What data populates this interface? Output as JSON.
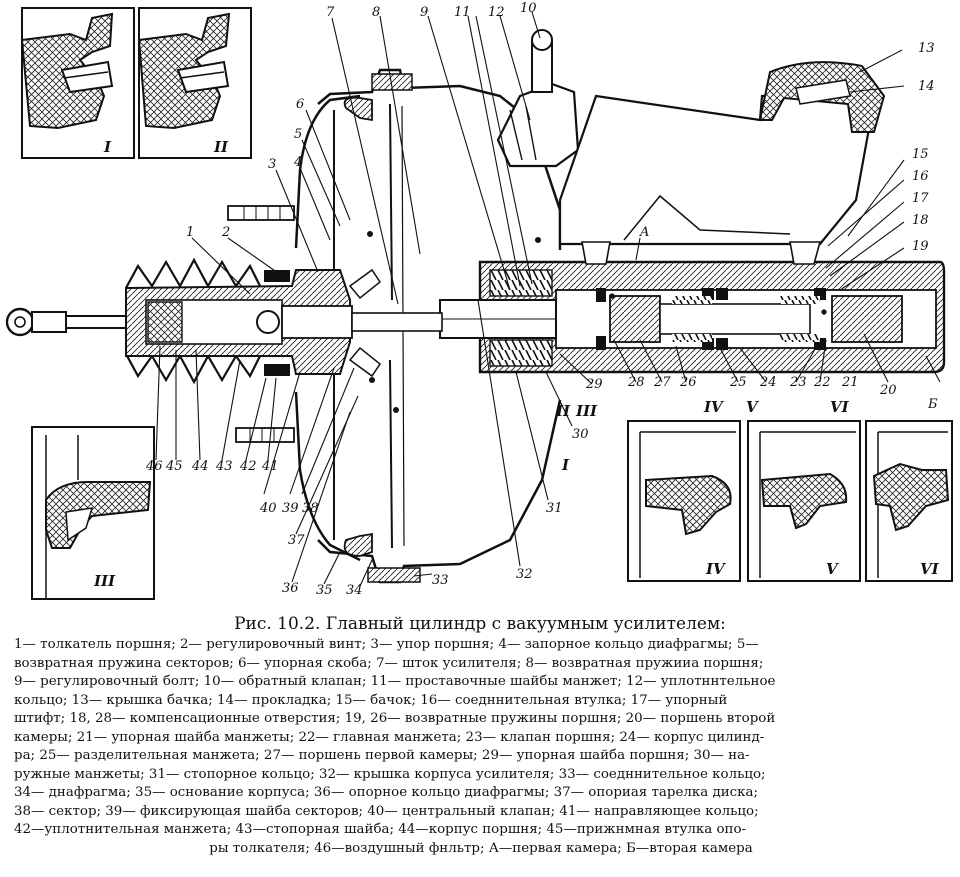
{
  "figure": {
    "caption_title": "Рис. 10.2. Главный цилиндр с вакуумным усилителем:",
    "legend_lines": [
      "1— толкатель поршня; 2— регулировочный винт; 3— упор поршня; 4— запорное кольцо диафрагмы; 5—",
      "возвратная пружина секторов; 6— упорная скоба; 7— шток усилителя; 8— возвратная пружииа поршня;",
      "9— регулировочный болт; 10— обратный клапан; 11— проставочные шайбы манжет; 12— уплотннтельное",
      "кольцо; 13— крышка бачка; 14— прокладка; 15— бачок; 16— соедннительная втулка; 17— упорный",
      "штифт; 18, 28— компенсационные отверстия; 19, 26— возвратные пружины поршня; 20— поршень второй",
      "камеры; 21— упорная шайба манжеты; 22— главная манжета; 23— клапан поршня; 24— корпус цилинд-",
      "ра; 25— разделительная манжета; 27— поршень первой камеры; 29— упорная шайба поршня; 30— на-",
      "ружные манжеты; 31— стопорное кольцо; 32— крышка корпуса усилителя; 33— соедннительное кольцо;",
      "34— днафрагма; 35— основание корпуса; 36— опорное кольцо диафрагмы; 37— опориая тарелка диска;",
      "38— сектор; 39— фиксирующая шайба секторов; 40— центральный клапан; 41— направляющее кольцо;",
      "42—уплотнительная манжета; 43—стопорная шайба; 44—корпус поршня; 45—прижнмная втулка опо-",
      "ры толкателя; 46—воздушный фнльтр; А—первая камера; Б—вторая камера"
    ],
    "callouts": [
      {
        "id": "c1",
        "text": "1"
      },
      {
        "id": "c2",
        "text": "2"
      },
      {
        "id": "c3",
        "text": "3"
      },
      {
        "id": "c4",
        "text": "4"
      },
      {
        "id": "c5",
        "text": "5"
      },
      {
        "id": "c6",
        "text": "6"
      },
      {
        "id": "c7",
        "text": "7"
      },
      {
        "id": "c8",
        "text": "8"
      },
      {
        "id": "c9",
        "text": "9"
      },
      {
        "id": "c10",
        "text": "10"
      },
      {
        "id": "c11",
        "text": "11"
      },
      {
        "id": "c12",
        "text": "12"
      },
      {
        "id": "c13",
        "text": "13"
      },
      {
        "id": "c14",
        "text": "14"
      },
      {
        "id": "c15",
        "text": "15"
      },
      {
        "id": "c16",
        "text": "16"
      },
      {
        "id": "c17",
        "text": "17"
      },
      {
        "id": "c18",
        "text": "18"
      },
      {
        "id": "c19",
        "text": "19"
      },
      {
        "id": "c20",
        "text": "20"
      },
      {
        "id": "c21",
        "text": "21"
      },
      {
        "id": "c22",
        "text": "22"
      },
      {
        "id": "c23",
        "text": "23"
      },
      {
        "id": "c24",
        "text": "24"
      },
      {
        "id": "c25",
        "text": "25"
      },
      {
        "id": "c26",
        "text": "26"
      },
      {
        "id": "c27",
        "text": "27"
      },
      {
        "id": "c28",
        "text": "28"
      },
      {
        "id": "c29",
        "text": "29"
      },
      {
        "id": "c30",
        "text": "30"
      },
      {
        "id": "c31",
        "text": "31"
      },
      {
        "id": "c32",
        "text": "32"
      },
      {
        "id": "c33",
        "text": "33"
      },
      {
        "id": "c34",
        "text": "34"
      },
      {
        "id": "c35",
        "text": "35"
      },
      {
        "id": "c36",
        "text": "36"
      },
      {
        "id": "c37",
        "text": "37"
      },
      {
        "id": "c38",
        "text": "38"
      },
      {
        "id": "c39",
        "text": "39"
      },
      {
        "id": "c40",
        "text": "40"
      },
      {
        "id": "c41",
        "text": "41"
      },
      {
        "id": "c42",
        "text": "42"
      },
      {
        "id": "c43",
        "text": "43"
      },
      {
        "id": "c44",
        "text": "44"
      },
      {
        "id": "c45",
        "text": "45"
      },
      {
        "id": "c46",
        "text": "46"
      },
      {
        "id": "cA",
        "text": "A"
      },
      {
        "id": "cB",
        "text": "Б"
      }
    ],
    "detail_views": [
      {
        "id": "I",
        "text": "I"
      },
      {
        "id": "II",
        "text": "II"
      },
      {
        "id": "III",
        "text": "III"
      },
      {
        "id": "IV",
        "text": "IV"
      },
      {
        "id": "V",
        "text": "V"
      },
      {
        "id": "VI",
        "text": "VI"
      }
    ],
    "section_marks": [
      "I",
      "II",
      "III",
      "IV",
      "V",
      "VI"
    ]
  }
}
